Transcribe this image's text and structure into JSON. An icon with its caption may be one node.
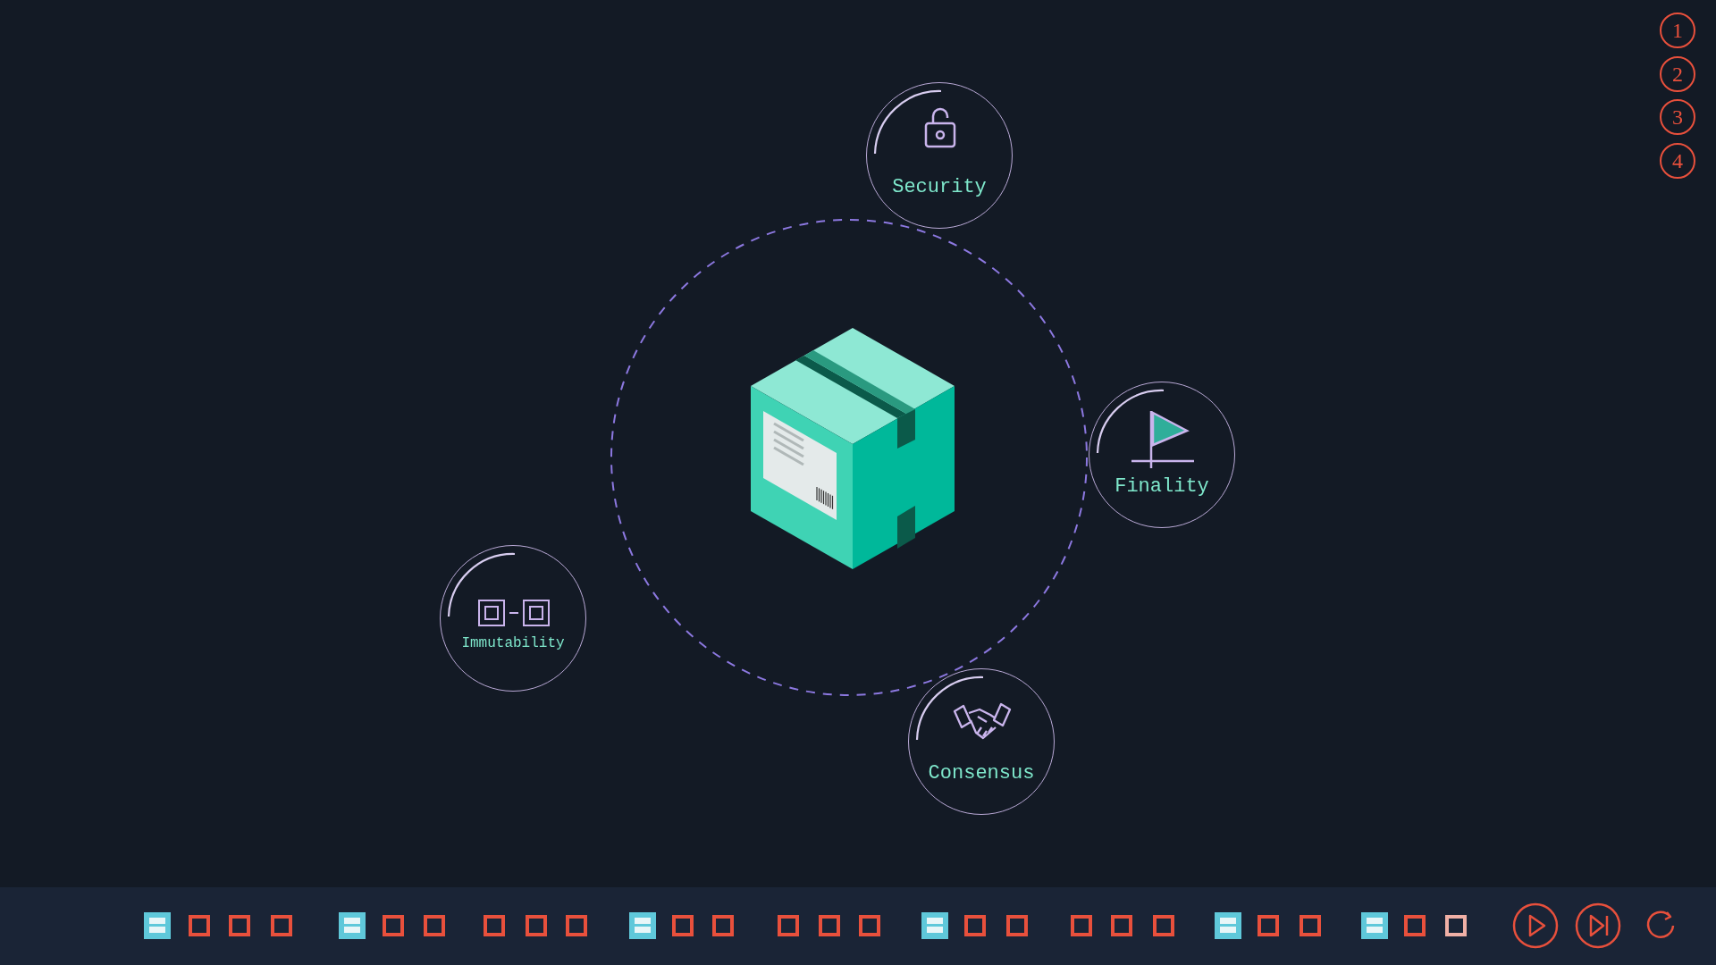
{
  "diagram": {
    "nodes": [
      {
        "text": [
          "Security"
        ]
      },
      {
        "text": [
          "Finality"
        ]
      },
      {
        "text": [
          "Immutability"
        ]
      },
      {
        "text": [
          "Consensus"
        ]
      }
    ],
    "labels": [
      "1",
      "2",
      "3",
      "4"
    ]
  }
}
